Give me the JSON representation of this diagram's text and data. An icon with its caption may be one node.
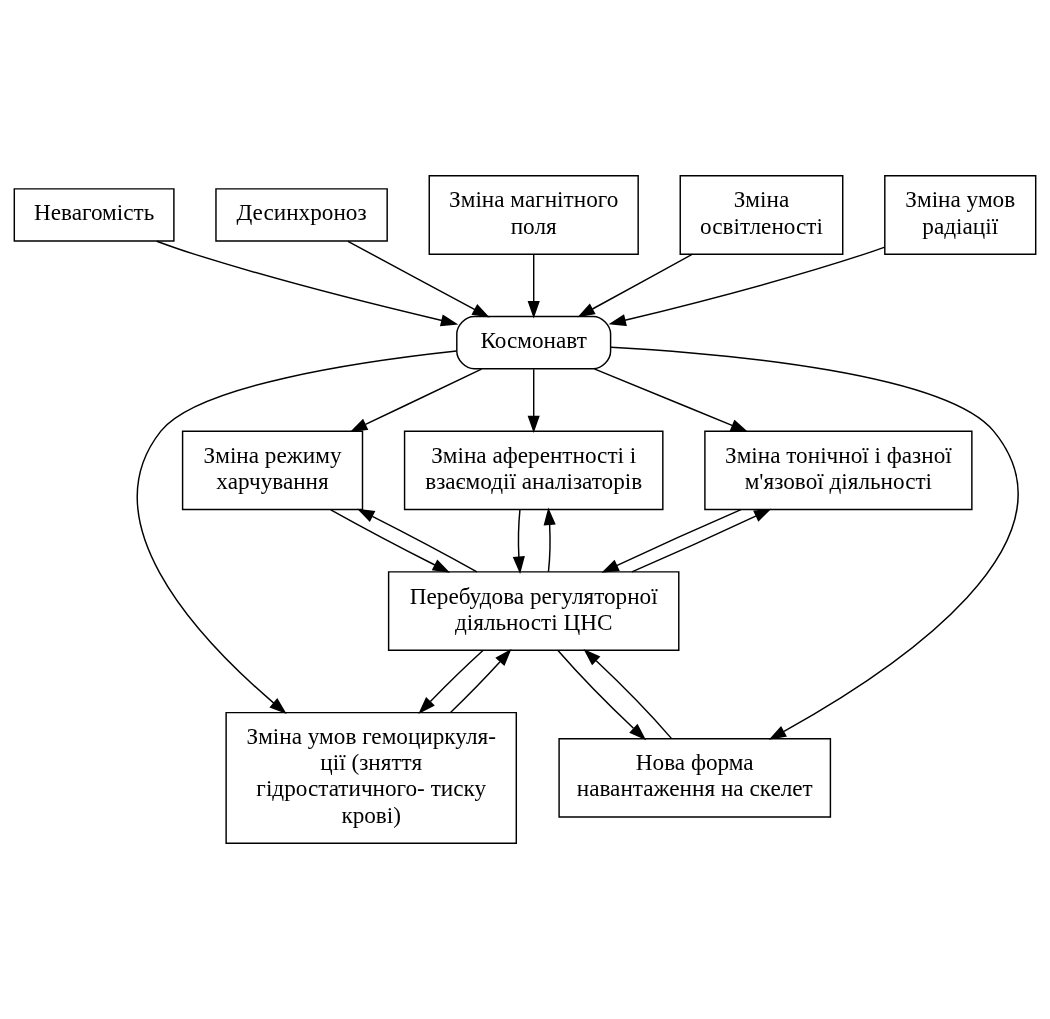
{
  "diagram": {
    "nodes": [
      {
        "text": [
          "Невагомість"
        ]
      },
      {
        "text": [
          "Десинхроноз"
        ]
      },
      {
        "text": [
          "Зміна магнітного поля"
        ]
      },
      {
        "text": [
          "Космонавт"
        ]
      },
      {
        "text": [
          "Зміна освітленості"
        ]
      },
      {
        "text": [
          "Зміна умов радіації"
        ]
      },
      {
        "text": [
          "Зміна аферентності і взаємодії аналізаторів"
        ]
      },
      {
        "text": [
          "Зміна тонічної і фазної м'язової діяльності"
        ]
      },
      {
        "text": [
          "Зміна режиму харчування"
        ]
      },
      {
        "text": [
          "Зміна умов гемоциркуля- ції (зняття гідростатичного- тиску крові)"
        ]
      },
      {
        "text": [
          "Нова форма навантаження на скелет"
        ]
      },
      {
        "text": [
          "Перебудова регуляторної діяльності ЦНС"
        ]
      }
    ],
    "edges": [
      {
        "from": 0,
        "to": 3,
        "arrow": "to"
      },
      {
        "from": 1,
        "to": 3,
        "arrow": "to"
      },
      {
        "from": 2,
        "to": 3,
        "arrow": "to"
      },
      {
        "from": 4,
        "to": 3,
        "arrow": "to"
      },
      {
        "from": 5,
        "to": 3,
        "arrow": "to"
      },
      {
        "from": 3,
        "to": 6,
        "arrow": "to"
      },
      {
        "from": 3,
        "to": 9,
        "arrow": "to"
      },
      {
        "from": 3,
        "to": 7,
        "arrow": "to"
      },
      {
        "from": 3,
        "to": 10,
        "arrow": "to"
      },
      {
        "from": 3,
        "to": 8,
        "arrow": "to"
      },
      {
        "from": 6,
        "to": 11,
        "arrow": "to"
      },
      {
        "from": 11,
        "to": 6,
        "arrow": "to"
      },
      {
        "from": 9,
        "to": 11,
        "arrow": "to"
      },
      {
        "from": 11,
        "to": 9,
        "arrow": "to"
      },
      {
        "from": 7,
        "to": 11,
        "arrow": "to"
      },
      {
        "from": 11,
        "to": 7,
        "arrow": "to"
      },
      {
        "from": 10,
        "to": 11,
        "arrow": "to"
      },
      {
        "from": 11,
        "to": 10,
        "arrow": "to"
      },
      {
        "from": 8,
        "to": 11,
        "arrow": "to"
      },
      {
        "from": 11,
        "to": 8,
        "arrow": "to"
      }
    ]
  }
}
